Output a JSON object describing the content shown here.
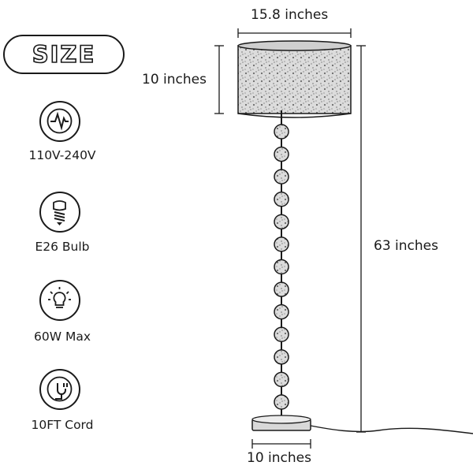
{
  "badge": {
    "label": "SIZE"
  },
  "specs": [
    {
      "icon": "voltage-icon",
      "label": "110V-240V"
    },
    {
      "icon": "bulb-icon",
      "label": "E26 Bulb"
    },
    {
      "icon": "lightbulb-icon",
      "label": "60W Max"
    },
    {
      "icon": "plug-icon",
      "label": "10FT Cord"
    }
  ],
  "dimensions": {
    "shade_width": "15.8 inches",
    "shade_height": "10 inches",
    "total_height": "63 inches",
    "base_width": "10 inches"
  }
}
